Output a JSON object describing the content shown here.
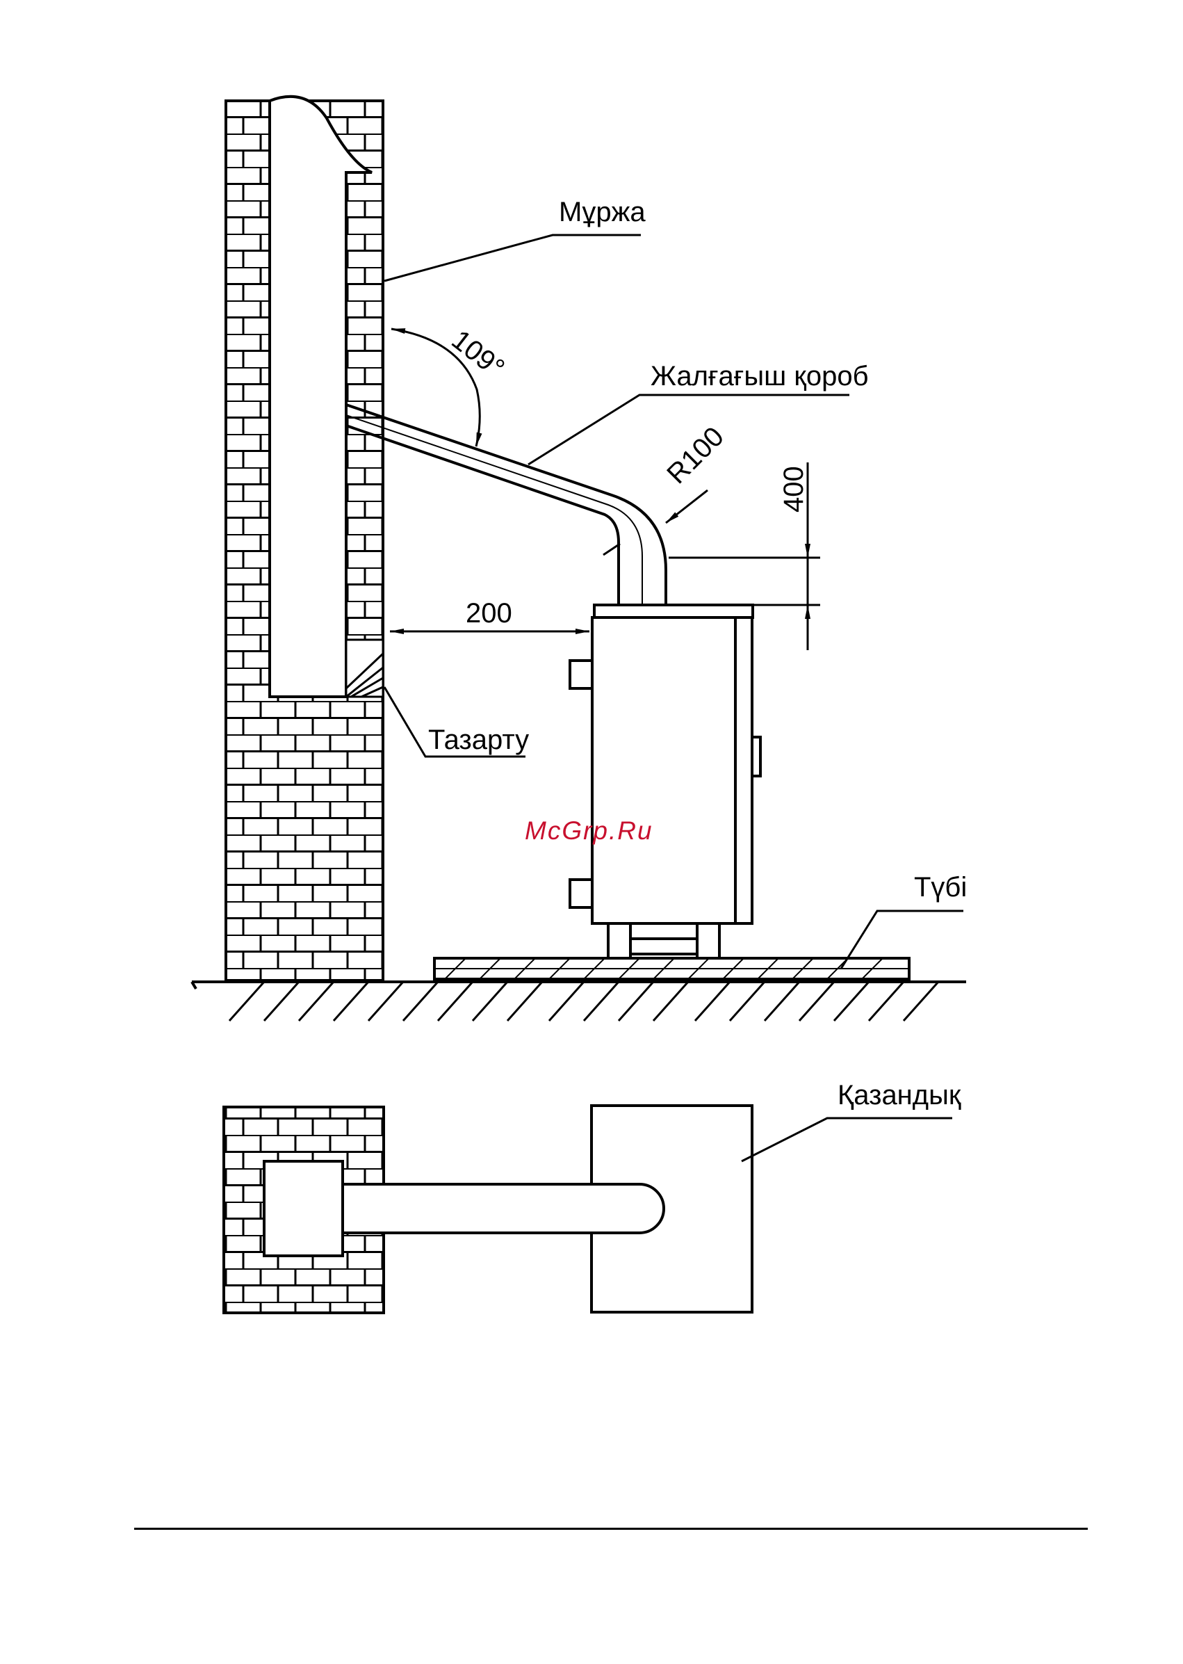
{
  "labels": {
    "chimney": "Мұржа",
    "connector": "Жалғағыш қороб",
    "cleanout": "Тазарту",
    "base": "Түбі",
    "boiler": "Қазандық"
  },
  "dimensions": {
    "angle": "109°",
    "radius": "R100",
    "height": "400",
    "distance": "200"
  },
  "watermark": "McGrp.Ru",
  "colors": {
    "ink": "#000000",
    "watermark": "#c8102e",
    "paper": "#ffffff"
  }
}
